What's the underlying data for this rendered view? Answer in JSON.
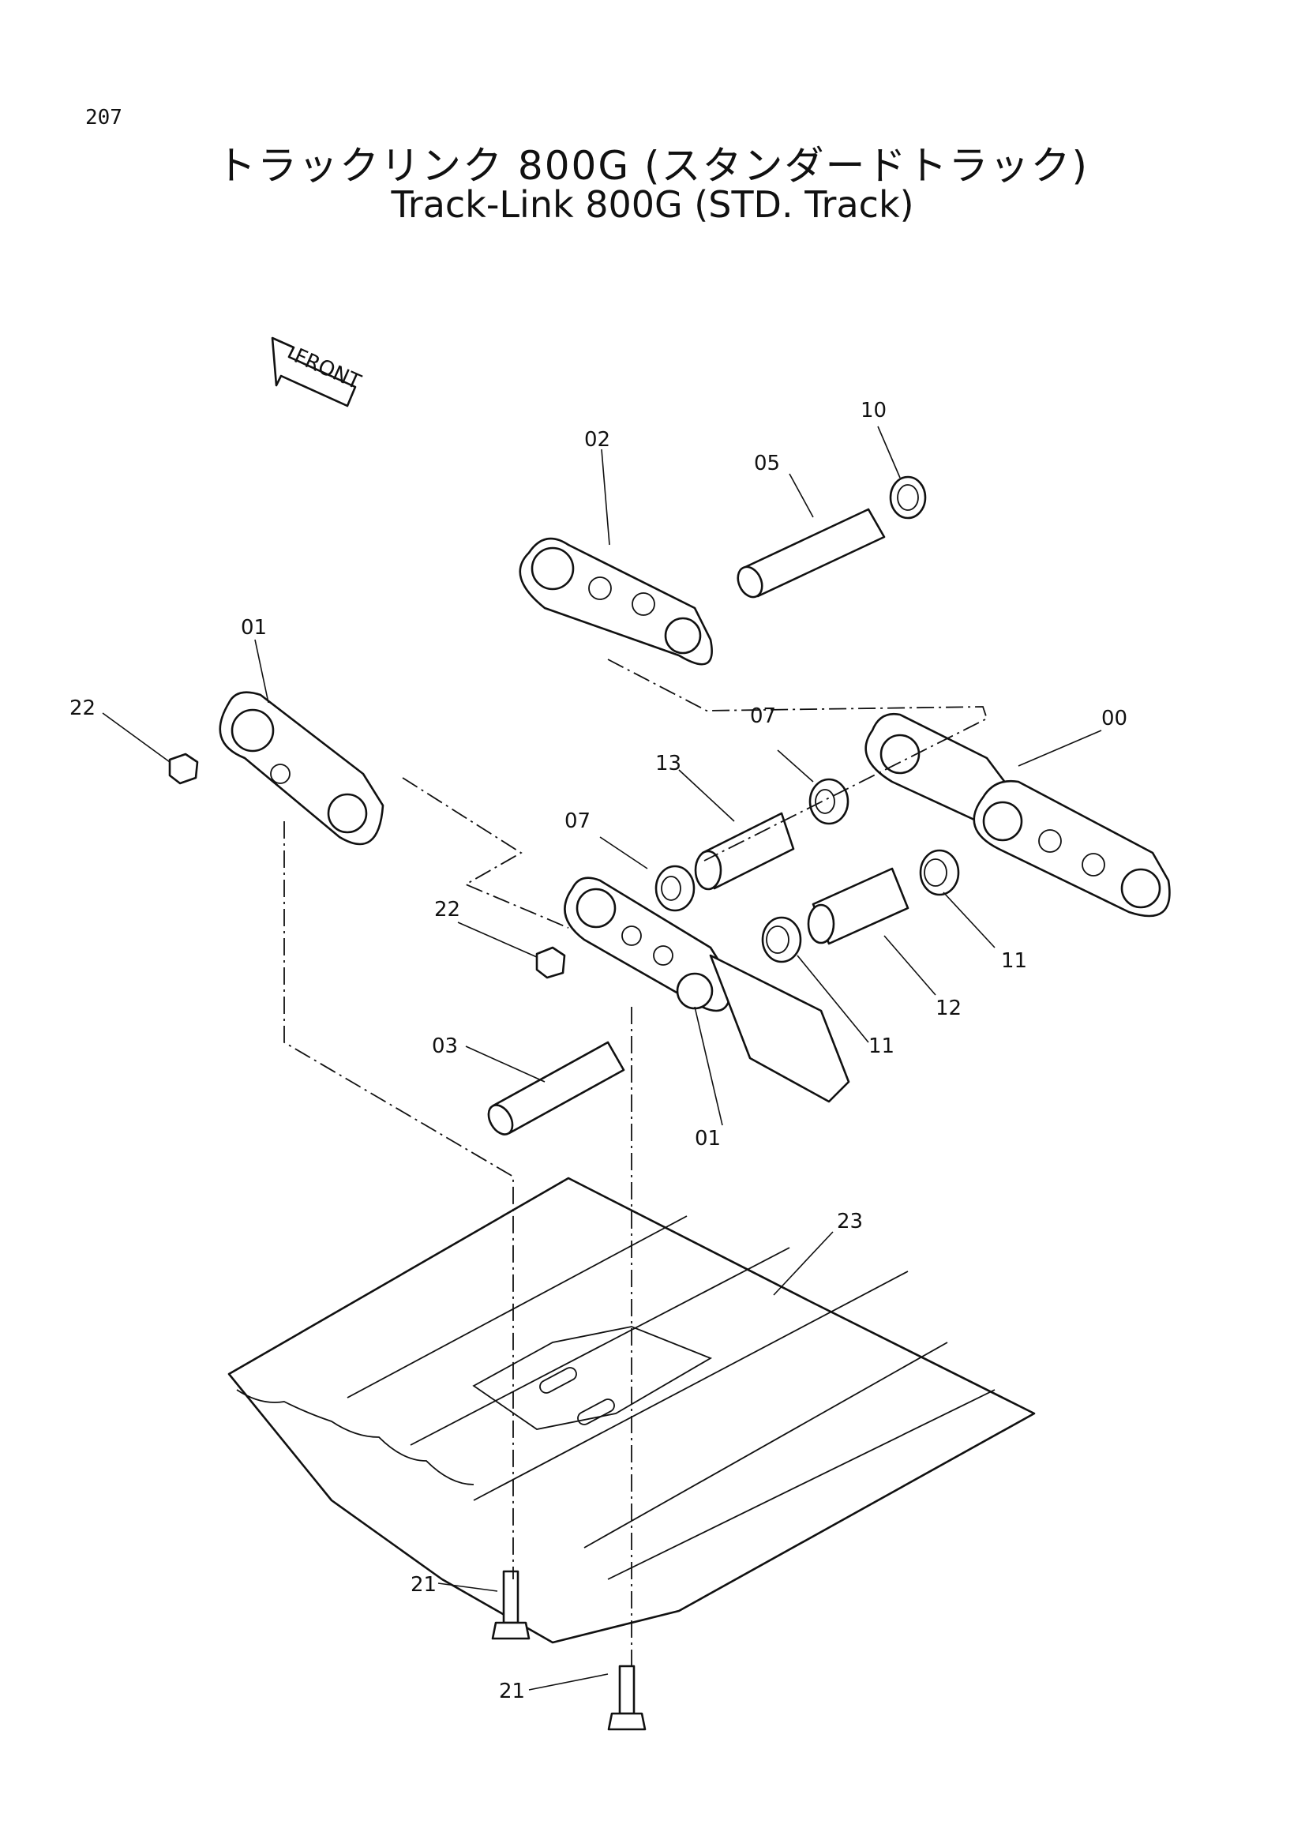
{
  "page_number": "207",
  "title_jp": "トラックリンク 800G (スタンダードトラック)",
  "title_en": "Track-Link 800G (STD. Track)",
  "front_label": "FRONT",
  "callouts": {
    "c00": "00",
    "c01a": "01",
    "c01b": "01",
    "c02": "02",
    "c03": "03",
    "c05": "05",
    "c07a": "07",
    "c07b": "07",
    "c10": "10",
    "c11a": "11",
    "c11b": "11",
    "c12": "12",
    "c13": "13",
    "c21a": "21",
    "c21b": "21",
    "c22a": "22",
    "c22b": "22",
    "c23": "23"
  }
}
